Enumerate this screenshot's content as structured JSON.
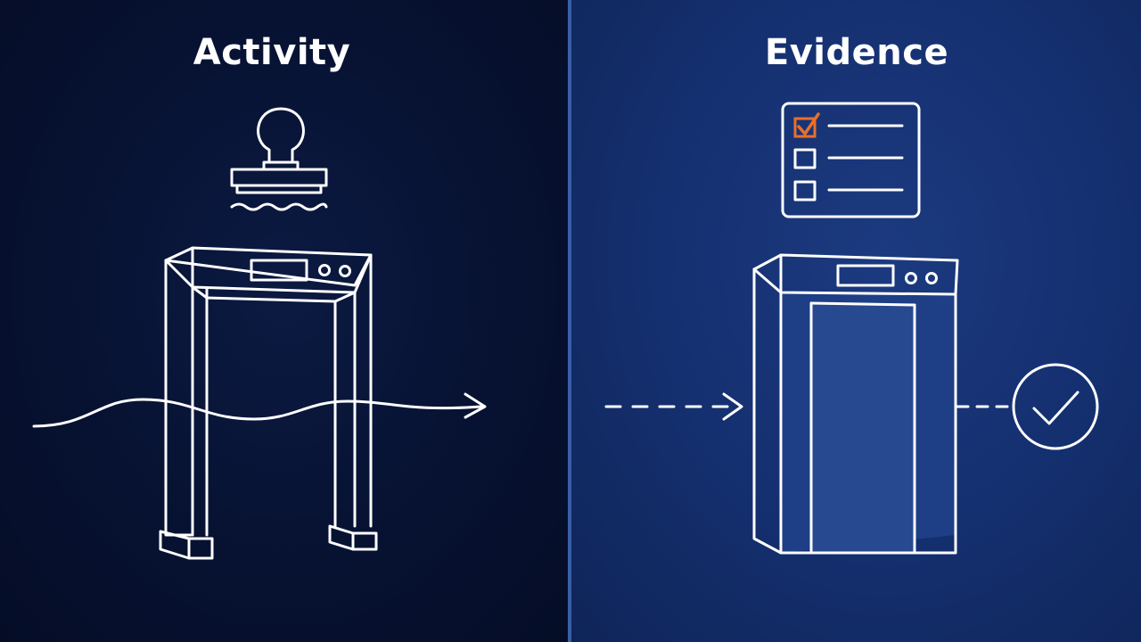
{
  "left_panel": {
    "title": "Activity",
    "icons": [
      "stamp-icon",
      "walkthrough-gate-icon",
      "flow-arrow-icon"
    ]
  },
  "right_panel": {
    "title": "Evidence",
    "checklist": {
      "items": 3,
      "checked": [
        true,
        false,
        false
      ]
    },
    "icons": [
      "checklist-icon",
      "secured-gate-icon",
      "dashed-arrow-icon",
      "check-circle-icon"
    ]
  },
  "colors": {
    "left_background": "#071232",
    "right_background": "#142f6e",
    "divider": "#3a5ea8",
    "line": "#ffffff",
    "checkmark_accent": "#e8702a"
  }
}
